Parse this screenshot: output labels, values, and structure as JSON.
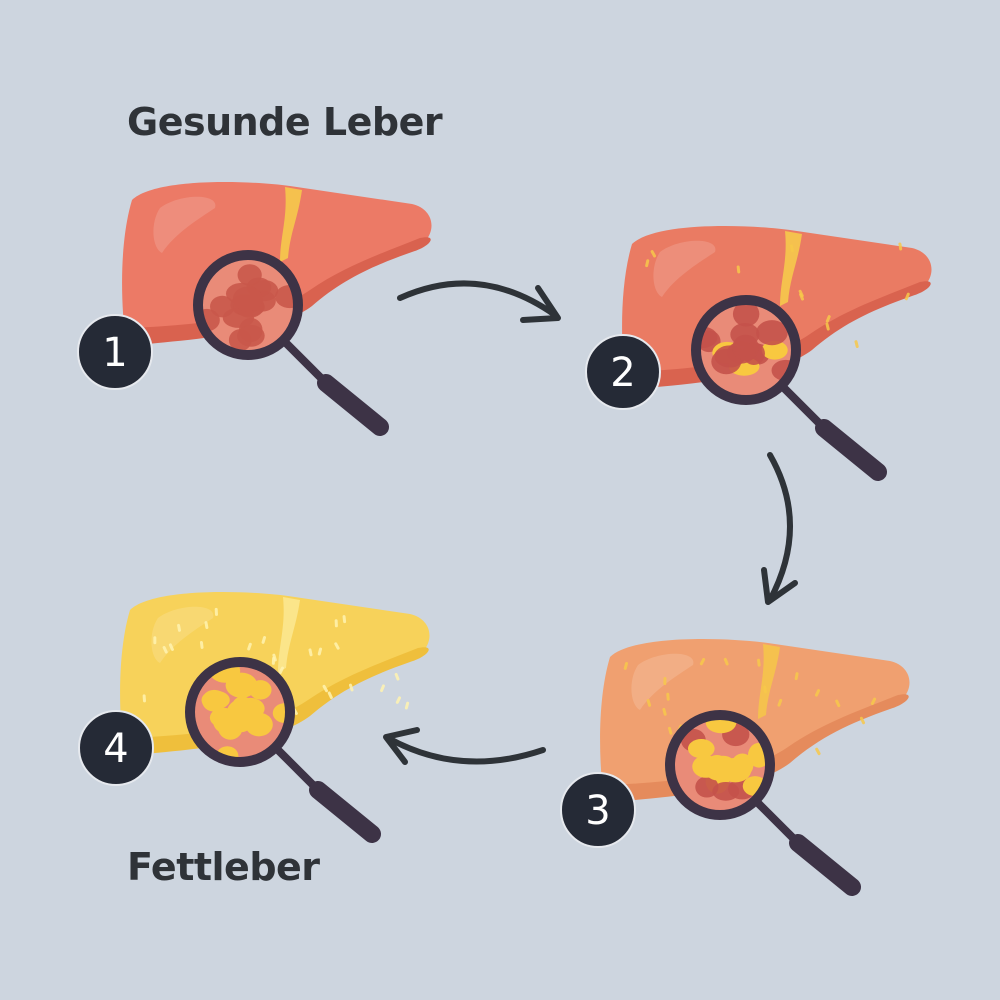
{
  "title_top": "Gesunde Leber",
  "title_bottom": "Fettleber",
  "colors": {
    "background": "#cdd5df",
    "text": "#2f3338",
    "badge": "#252a36",
    "magnifier": "#3d3346",
    "arrow": "#2e3338"
  },
  "stages": [
    {
      "number": "1",
      "body": "#ec7a66",
      "shade": "#d9624f",
      "vein": "#f5c14e",
      "cell": "#c9584a",
      "fat": 0
    },
    {
      "number": "2",
      "body": "#ea7b63",
      "shade": "#d9634f",
      "vein": "#f5c14e",
      "cell": "#c4524a",
      "fat": 0.2
    },
    {
      "number": "3",
      "body": "#f0a070",
      "shade": "#e58b5c",
      "vein": "#f5c14e",
      "cell": "#c4524a",
      "fat": 0.5
    },
    {
      "number": "4",
      "body": "#f7d25a",
      "shade": "#efbf3c",
      "vein": "#fbe58a",
      "cell": "#c4524a",
      "fat": 0.8
    }
  ]
}
